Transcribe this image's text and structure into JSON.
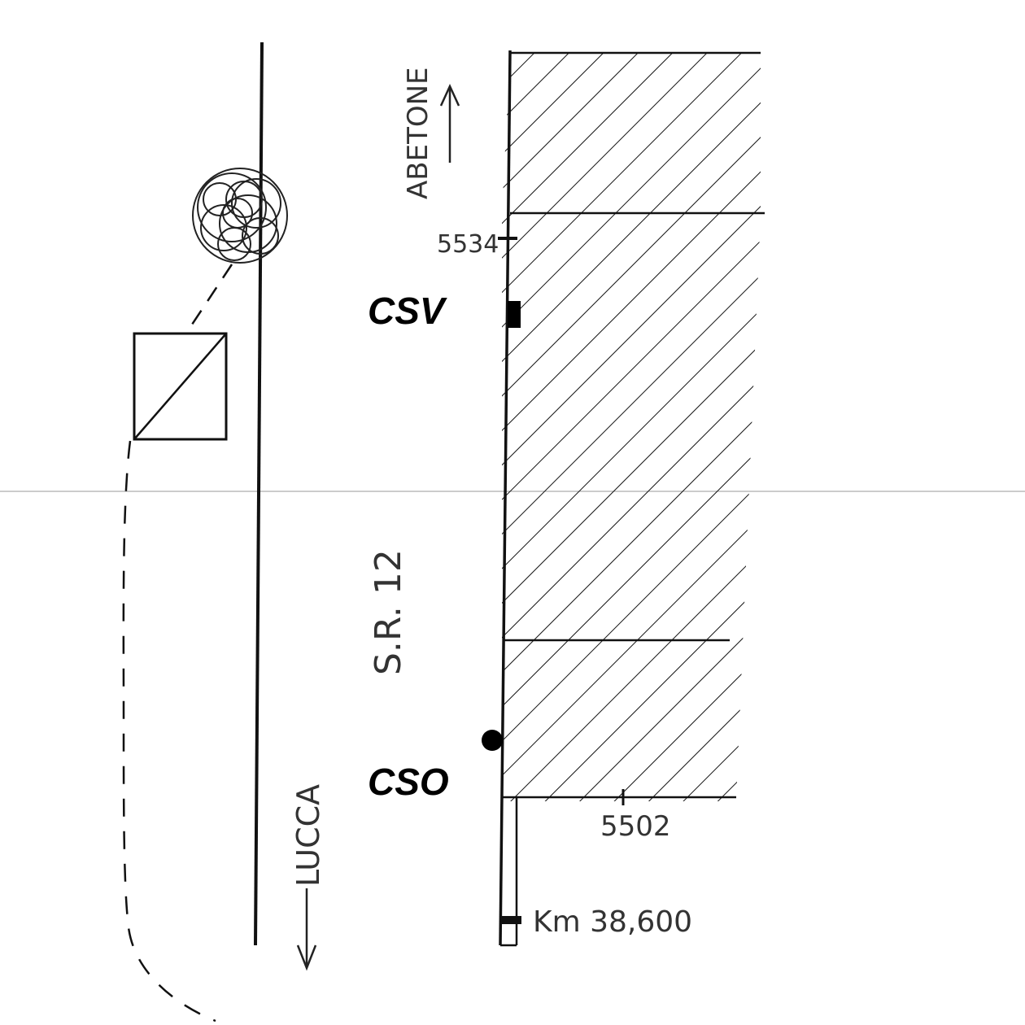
{
  "labels": {
    "direction_north": "ABETONE",
    "direction_south": "LUCCA",
    "road_name": "S.R. 12",
    "marker_top": "5534",
    "marker_bottom": "5502",
    "kilometer": "Km 38,600",
    "sign_csv": "CSV",
    "sign_cso": "CSO"
  }
}
